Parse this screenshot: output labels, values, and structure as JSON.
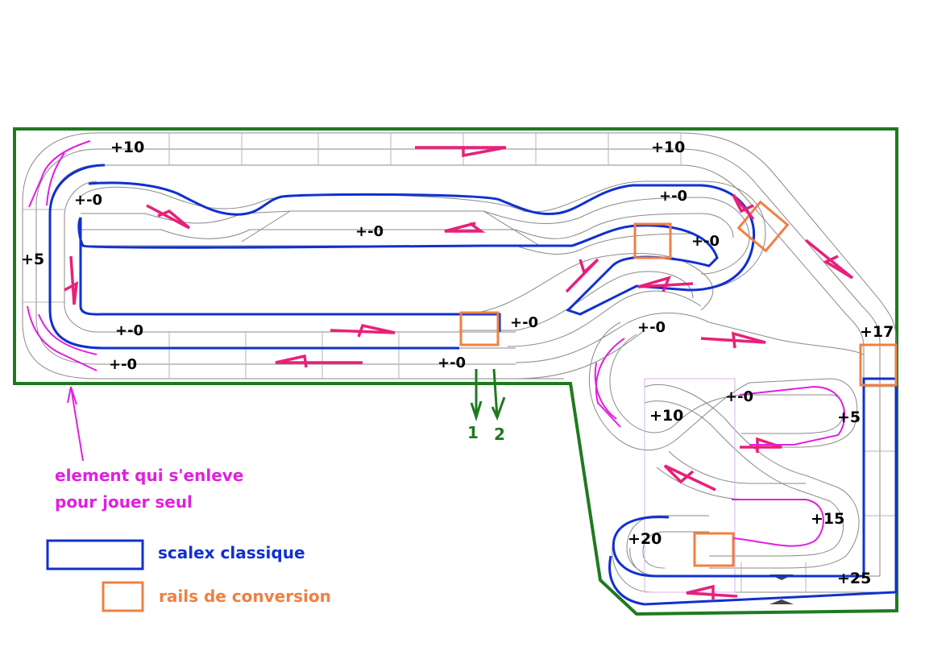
{
  "colors": {
    "boundary": "#1f7a1f",
    "classic_track": "#1030d0",
    "conversion_rail": "#f08040",
    "direction_arrow": "#e8207a",
    "removable_element": "#e020e0",
    "track_lines": "#8a8a8a",
    "lane_numbers": "#1f7a1f",
    "elevations": "#000000"
  },
  "elevations": [
    {
      "id": "elev-top-left",
      "text": "+10"
    },
    {
      "id": "elev-top-right",
      "text": "+10"
    },
    {
      "id": "elev-inner-left",
      "text": "+-0"
    },
    {
      "id": "elev-inner-mid",
      "text": "+-0"
    },
    {
      "id": "elev-upper-right-a",
      "text": "+-0"
    },
    {
      "id": "elev-upper-right-b",
      "text": "+-0"
    },
    {
      "id": "elev-left-side",
      "text": "+5"
    },
    {
      "id": "elev-bottom-left-a",
      "text": "+-0"
    },
    {
      "id": "elev-bottom-left-b",
      "text": "+-0"
    },
    {
      "id": "elev-bottom-mid",
      "text": "+-0"
    },
    {
      "id": "elev-bottom-center",
      "text": "+-0"
    },
    {
      "id": "elev-mid-right",
      "text": "+-0"
    },
    {
      "id": "elev-right-17",
      "text": "+17"
    },
    {
      "id": "elev-loop-0",
      "text": "+-0"
    },
    {
      "id": "elev-loop-10",
      "text": "+10"
    },
    {
      "id": "elev-loop-5",
      "text": "+5"
    },
    {
      "id": "elev-loop-15",
      "text": "+15"
    },
    {
      "id": "elev-loop-20",
      "text": "+20"
    },
    {
      "id": "elev-loop-25",
      "text": "+25"
    }
  ],
  "lanes": [
    {
      "id": "lane-1",
      "text": "1"
    },
    {
      "id": "lane-2",
      "text": "2"
    }
  ],
  "annotation": {
    "line1": "element qui s'enleve",
    "line2": "pour jouer seul"
  },
  "legend": {
    "classic": "scalex classique",
    "conversion": "rails de conversion"
  }
}
